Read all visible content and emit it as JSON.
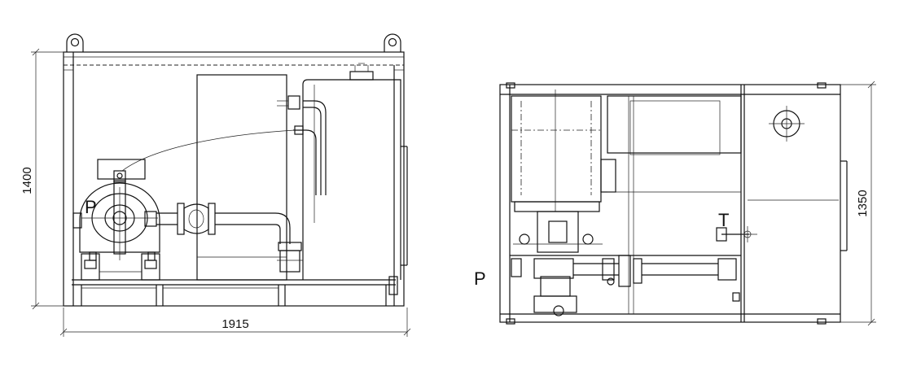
{
  "dimensions": {
    "front_height": "1400",
    "front_width": "1915",
    "side_height": "1350"
  },
  "labels": {
    "front_p": "P",
    "top_p": "P",
    "top_t": "T"
  },
  "colors": {
    "line": "#111111",
    "background": "#ffffff"
  }
}
